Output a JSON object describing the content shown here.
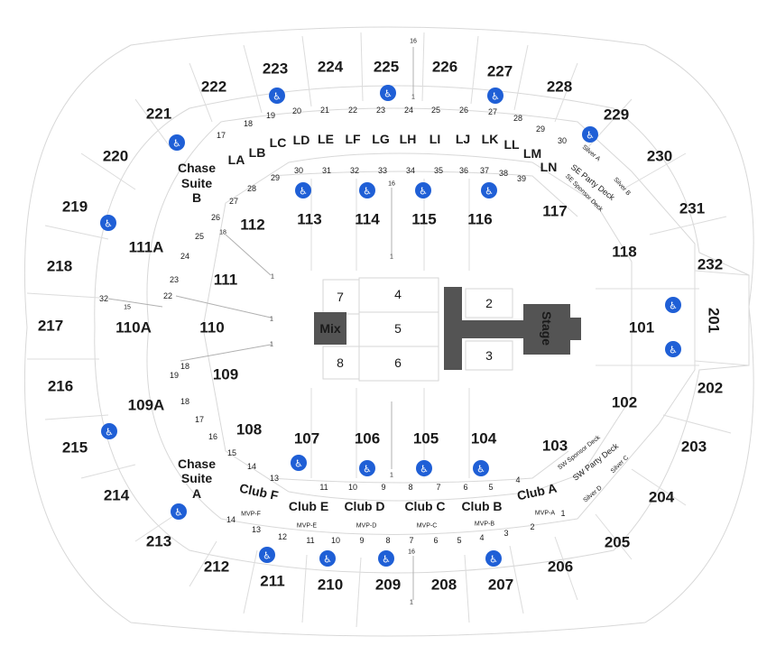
{
  "colors": {
    "background": "#ffffff",
    "accessible_icon": "#1f5fd6",
    "stage": "#545454",
    "mix": "#545454",
    "lines": "#d8d8d8"
  },
  "sections_200": [
    "201",
    "202",
    "203",
    "204",
    "205",
    "206",
    "207",
    "208",
    "209",
    "210",
    "211",
    "212",
    "213",
    "214",
    "215",
    "216",
    "217",
    "218",
    "219",
    "220",
    "221",
    "222",
    "223",
    "224",
    "225",
    "226",
    "227",
    "228",
    "229",
    "230",
    "231",
    "232"
  ],
  "sections_100": [
    "101",
    "102",
    "103",
    "104",
    "105",
    "106",
    "107",
    "108",
    "109",
    "109A",
    "110",
    "110A",
    "111",
    "111A",
    "112",
    "113",
    "114",
    "115",
    "116",
    "117",
    "118"
  ],
  "suites": {
    "upper": [
      "LA",
      "LB",
      "LC",
      "LD",
      "LE",
      "LF",
      "LG",
      "LH",
      "LI",
      "LJ",
      "LK",
      "LL",
      "LM",
      "LN"
    ],
    "chase_b": [
      "Chase",
      "Suite",
      "B"
    ],
    "chase_a": [
      "Chase",
      "Suite",
      "A"
    ]
  },
  "clubs": [
    "Club F",
    "Club E",
    "Club D",
    "Club C",
    "Club B",
    "Club A"
  ],
  "mvp": [
    "MVP-F",
    "MVP-E",
    "MVP-D",
    "MVP-C",
    "MVP-B",
    "MVP-A"
  ],
  "decks": {
    "se_party": "SE Party Deck",
    "se_sponsor": "SE Sponsor Deck",
    "sw_sponsor": "SW Sponsor Deck",
    "sw_party": "SW Party Deck",
    "silver": [
      "Silver A",
      "Silver B",
      "Silver C",
      "Silver D"
    ]
  },
  "floor": {
    "sections": [
      "2",
      "3",
      "4",
      "5",
      "6",
      "7",
      "8"
    ],
    "mix": "Mix",
    "stage": "Stage"
  },
  "row_numbers": {
    "upper_suite_rows_top": [
      "18",
      "19",
      "20",
      "21",
      "22",
      "23",
      "24",
      "25",
      "26",
      "27",
      "28",
      "29",
      "30",
      "17"
    ],
    "upper_suite_rows_bottom": [
      "30",
      "31",
      "32",
      "33",
      "34",
      "35",
      "36",
      "37",
      "38",
      "39",
      "29",
      "28",
      "27",
      "26",
      "25",
      "24",
      "23",
      "22",
      "32"
    ],
    "lower_suite_rows_top": [
      "13",
      "11",
      "10",
      "9",
      "8",
      "7",
      "6",
      "5",
      "4",
      "14",
      "15",
      "16",
      "17",
      "18",
      "18",
      "19"
    ],
    "lower_suite_rows_bottom": [
      "12",
      "11",
      "10",
      "9",
      "8",
      "7",
      "6",
      "5",
      "4",
      "3",
      "2",
      "1",
      "13",
      "14"
    ],
    "aisle_markers": [
      "16",
      "1",
      "16",
      "1",
      "1",
      "1",
      "1",
      "1",
      "16",
      "1",
      "15",
      "18"
    ]
  }
}
